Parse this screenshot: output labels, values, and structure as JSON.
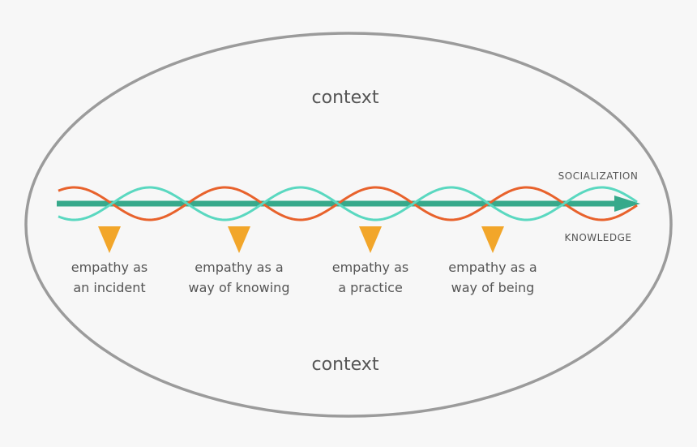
{
  "context_top": "context",
  "context_bottom": "context",
  "strands": {
    "top": {
      "label": "SOCIALIZATION"
    },
    "bottom": {
      "label": "KNOWLEDGE"
    }
  },
  "stages": [
    {
      "line1": "empathy as",
      "line2": "an incident"
    },
    {
      "line1": "empathy as a",
      "line2": "way of knowing"
    },
    {
      "line1": "empathy as",
      "line2": "a practice"
    },
    {
      "line1": "empathy as a",
      "line2": "way of being"
    }
  ],
  "colors": {
    "background": "#f7f7f7",
    "ellipse": "#9b9b9b",
    "arrow": "#37a98b",
    "wave_orange": "#e8622c",
    "wave_turquoise": "#5ad8c0",
    "marker": "#f2a62a",
    "text": "#555555"
  }
}
